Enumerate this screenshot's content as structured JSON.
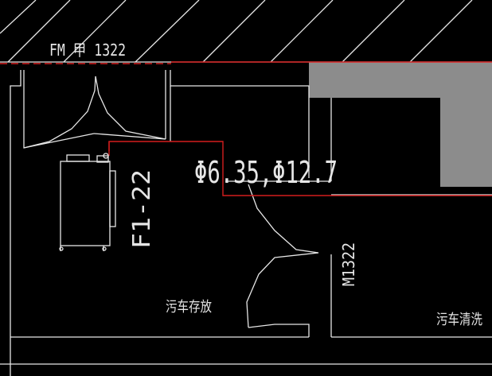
{
  "labels": {
    "fire_door": "FM 甲 1322",
    "pipe_size": "Φ6.35,Φ12.7",
    "unit_tag": "F1-22",
    "door_tag": "M1322",
    "room_left": "污车存放",
    "room_right": "污车清洗"
  },
  "colors": {
    "background": "#000000",
    "lines": "#e6e6e6",
    "pipe": "#d41e1e",
    "fill_area": "#8c8c8c"
  }
}
